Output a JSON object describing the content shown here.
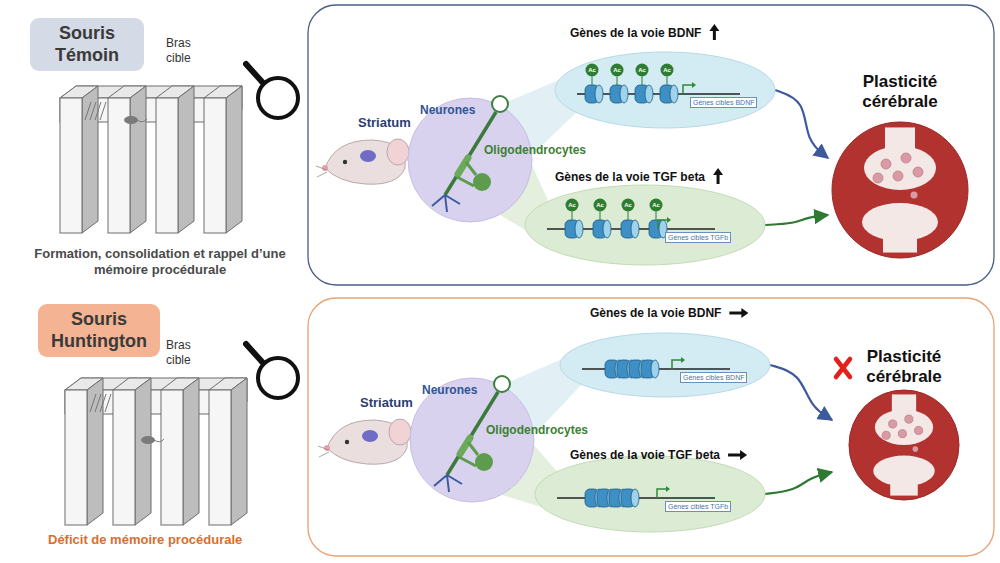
{
  "diagram": {
    "nodes": [
      {
        "text": [
          "Souris Témoin"
        ]
      },
      {
        "text": [
          "Gènes de la voie BDNF",
          "Gènes cibles BDNF"
        ]
      },
      {
        "text": [
          "Gènes de la voie TGF beta",
          "Gènes cibles TGFb"
        ]
      },
      {
        "text": [
          "Plasticité cérébrale"
        ]
      },
      {
        "text": [
          "Souris Huntington"
        ]
      },
      {
        "text": [
          "Gènes de la voie BDNF",
          "Gènes cibles BDNF"
        ]
      },
      {
        "text": [
          "Gènes de la voie TGF beta",
          "Gènes cibles TGFb"
        ]
      },
      {
        "text": [
          "Plasticité cérébrale"
        ]
      }
    ],
    "edges": [
      {
        "from": 1,
        "to": 3,
        "arrow": "to"
      },
      {
        "from": 2,
        "to": 3,
        "arrow": "to"
      },
      {
        "from": 5,
        "to": 7,
        "arrow": "to"
      },
      {
        "from": 6,
        "to": 7,
        "arrow": "to"
      }
    ],
    "labels": [
      "Bras cible",
      "Formation, consolidation et rappel d’une mémoire procédurale",
      "Striatum",
      "Neurones",
      "Oligodendrocytes",
      "Ac",
      "Ac",
      "Ac",
      "Ac",
      "Ac",
      "Ac",
      "Ac",
      "Ac",
      "Bras cible",
      "Déficit de mémoire procédurale",
      "Striatum",
      "Neurones",
      "Oligodendrocytes"
    ]
  }
}
